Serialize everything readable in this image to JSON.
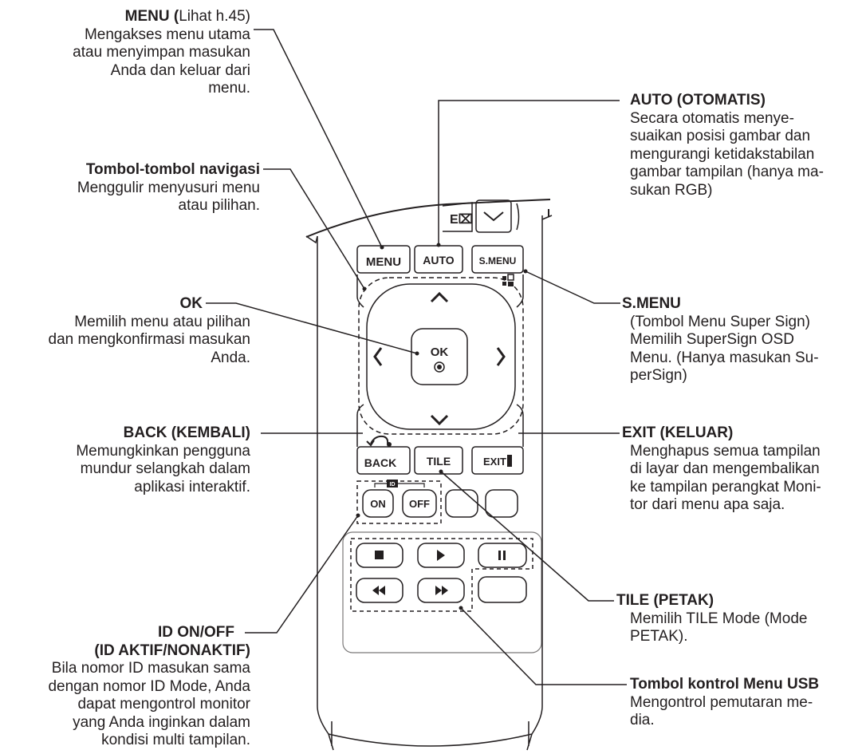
{
  "labels": {
    "menu": {
      "title": "MENU (",
      "title_note": "Lihat h.45)",
      "desc": [
        "Mengakses menu utama",
        "atau menyimpan masukan",
        "Anda dan keluar dari",
        "menu."
      ]
    },
    "nav": {
      "title": "Tombol-tombol navigasi",
      "desc": [
        "Menggulir menyusuri menu",
        "atau pilihan."
      ]
    },
    "ok": {
      "title": "OK",
      "desc": [
        "Memilih menu atau pilihan",
        "dan mengkonfirmasi masukan",
        "Anda."
      ]
    },
    "back": {
      "title": "BACK (KEMBALI)",
      "desc": [
        "Memungkinkan pengguna",
        "mundur selangkah dalam",
        "aplikasi interaktif."
      ]
    },
    "id": {
      "title": [
        "ID ON/OFF",
        "(ID AKTIF/NONAKTIF)"
      ],
      "desc": [
        "Bila nomor ID masukan sama",
        "dengan nomor ID Mode, Anda",
        "dapat mengontrol monitor",
        "yang Anda inginkan dalam",
        "kondisi multi tampilan."
      ]
    },
    "auto": {
      "title": "AUTO (OTOMATIS)",
      "desc": [
        "Secara otomatis menye-",
        "suaikan posisi gambar dan",
        "mengurangi ketidakstabilan",
        "gambar tampilan (hanya ma-",
        "sukan RGB)"
      ]
    },
    "smenu": {
      "title": "S.MENU",
      "desc": [
        "(Tombol Menu Super Sign)",
        "Memilih SuperSign OSD",
        "Menu. (Hanya masukan Su-",
        "perSign)"
      ]
    },
    "exit": {
      "title": "EXIT (KELUAR)",
      "desc": [
        "Menghapus semua tampilan",
        "di layar dan mengembalikan",
        "ke tampilan perangkat Moni-",
        "tor dari menu apa saja."
      ]
    },
    "tile": {
      "title": "TILE (PETAK)",
      "desc": [
        "Memilih TILE Mode (Mode",
        "PETAK)."
      ]
    },
    "usb": {
      "title": "Tombol kontrol Menu USB",
      "desc": [
        "Mengontrol pemutaran me-",
        "dia."
      ]
    }
  },
  "remote": {
    "menu_btn": "MENU",
    "auto_btn": "AUTO",
    "smenu_btn": "S.MENU",
    "ok_btn": "OK",
    "back_btn": "BACK",
    "tile_btn": "TILE",
    "exit_btn": "EXIT",
    "id_tag": "ID",
    "on_btn": "ON",
    "off_btn": "OFF"
  }
}
